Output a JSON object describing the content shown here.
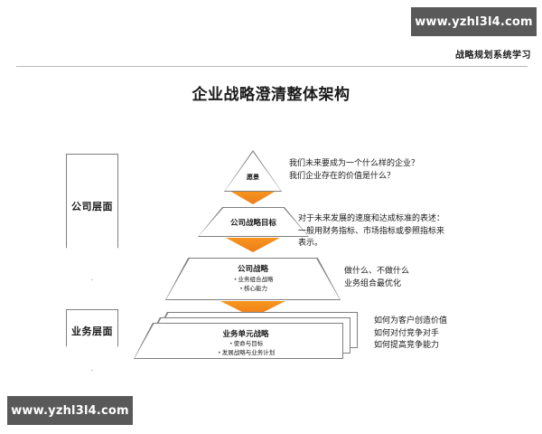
{
  "watermark": {
    "top_text": "www.yzhl3l4.com",
    "bottom_text": "www.yzhl3l4.com",
    "bg_color": "#595959"
  },
  "header": {
    "subtitle": "战略规划系统学习",
    "title": "企业战略澄清整体架构"
  },
  "levels": [
    {
      "label": "公司层面",
      "name": "company-level"
    },
    {
      "label": "业务层面",
      "name": "business-level"
    }
  ],
  "accent_color": "#f7941d",
  "outline_color": "#7f7f7f",
  "tiers": [
    {
      "shape": "triangle",
      "label": "愿景",
      "bullets": [],
      "description": "我们未来要成为一个什么样的企业？\n我们企业存在的价值是什么？",
      "description_lines": [
        "我们未来要成为一个什么样的企业？",
        "我们企业存在的价值是什么？"
      ]
    },
    {
      "shape": "trapezoid",
      "label": "公司战略目标",
      "bullets": [],
      "description_lines": [
        "对于未来发展的速度和达成标准的表述：",
        "一般用财务指标、市场指标或参照指标来",
        "表示。"
      ]
    },
    {
      "shape": "trapezoid",
      "label": "公司战略",
      "bullets": [
        "业务组合战略",
        "核心能力"
      ],
      "description_lines": [
        "做什么、不做什么",
        "业务组合最优化"
      ]
    },
    {
      "shape": "stacked-trapezoid",
      "label": "业务单元战略",
      "bullets": [
        "使命与目标",
        "发展战略与业务计划"
      ],
      "description_lines": [
        "如何为客户创造价值",
        "如何对付竞争对手",
        "如何提高竞争能力"
      ]
    }
  ]
}
